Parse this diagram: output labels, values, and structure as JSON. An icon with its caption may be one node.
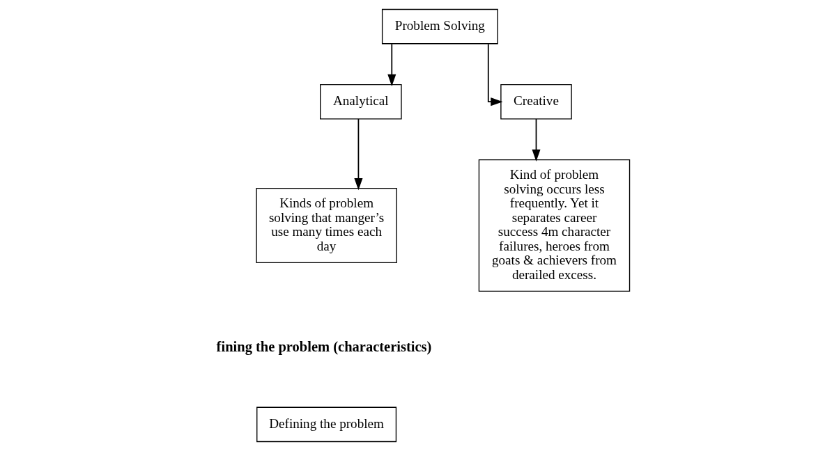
{
  "diagram": {
    "nodes": [
      {
        "text": [
          "Problem Solving"
        ]
      },
      {
        "text": [
          "Analytical"
        ]
      },
      {
        "text": [
          "Creative"
        ]
      },
      {
        "text": [
          "Kinds of problem solving that manger’s use many times each day"
        ]
      },
      {
        "text": [
          "Kind of problem solving occurs less frequently. Yet it separates career success 4m character failures, heroes from goats & achievers from derailed excess."
        ]
      },
      {
        "text": [
          "Defining the problem"
        ]
      }
    ],
    "edges": [
      {
        "from": 0,
        "to": 1,
        "arrow": "to"
      },
      {
        "from": 0,
        "to": 2,
        "arrow": "to"
      },
      {
        "from": 1,
        "to": 3,
        "arrow": "to"
      },
      {
        "from": 2,
        "to": 4,
        "arrow": "to"
      }
    ],
    "labels": [
      "fining the problem (characteristics)"
    ]
  }
}
